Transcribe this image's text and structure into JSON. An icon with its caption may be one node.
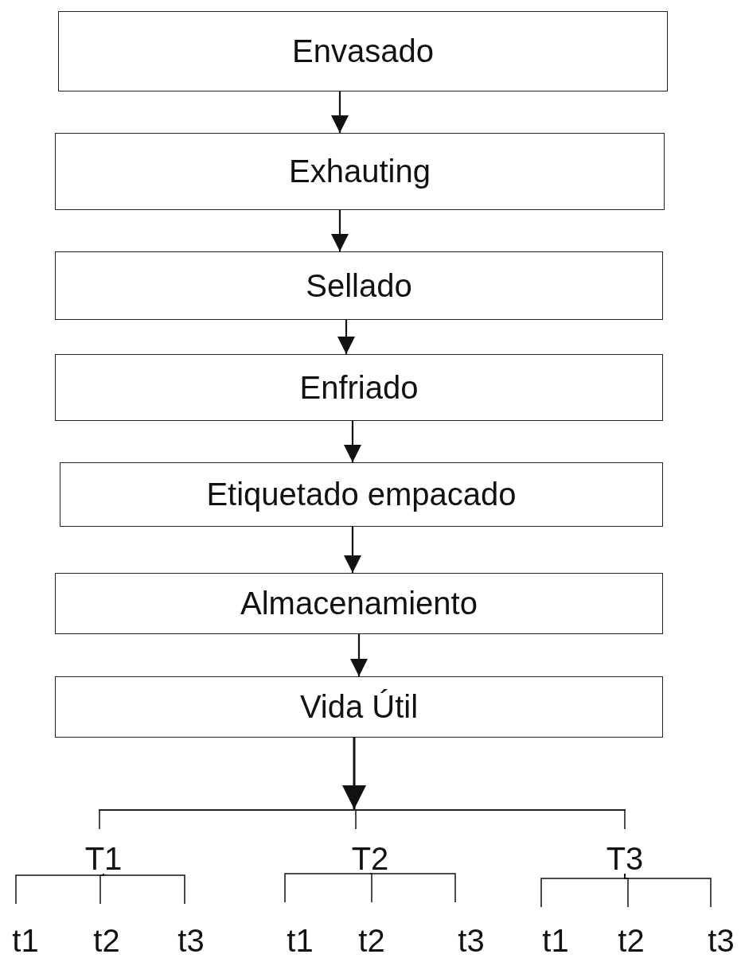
{
  "diagram": {
    "nodes": [
      {
        "text": [
          "Envasado"
        ]
      },
      {
        "text": [
          "Exhauting"
        ]
      },
      {
        "text": [
          "Sellado"
        ]
      },
      {
        "text": [
          "Enfriado"
        ]
      },
      {
        "text": [
          "Etiquetado empacado"
        ]
      },
      {
        "text": [
          "Almacenamiento"
        ]
      },
      {
        "text": [
          "Vida Útil"
        ]
      },
      {
        "text": [],
        "shape": "bar"
      },
      {
        "text": [
          "T1"
        ]
      },
      {
        "text": [
          "T2"
        ]
      },
      {
        "text": [
          "T3"
        ]
      },
      {
        "text": [
          "t1"
        ]
      },
      {
        "text": [
          "t2"
        ]
      },
      {
        "text": [
          "t3"
        ]
      },
      {
        "text": [
          "t1"
        ]
      },
      {
        "text": [
          "t2"
        ]
      },
      {
        "text": [
          "t3"
        ]
      },
      {
        "text": [
          "t1"
        ]
      },
      {
        "text": [
          "t2"
        ]
      },
      {
        "text": [
          "t3"
        ]
      }
    ],
    "edges": [
      {
        "from": 0,
        "to": 1,
        "arrow": "to"
      },
      {
        "from": 1,
        "to": 2,
        "arrow": "to"
      },
      {
        "from": 2,
        "to": 3,
        "arrow": "to"
      },
      {
        "from": 3,
        "to": 4,
        "arrow": "to"
      },
      {
        "from": 4,
        "to": 5,
        "arrow": "to"
      },
      {
        "from": 5,
        "to": 6,
        "arrow": "to"
      },
      {
        "from": 6,
        "to": 7,
        "arrow": "to"
      },
      {
        "from": 7,
        "to": 8,
        "arrow": "none"
      },
      {
        "from": 7,
        "to": 9,
        "arrow": "none"
      },
      {
        "from": 7,
        "to": 10,
        "arrow": "none"
      },
      {
        "from": 8,
        "to": 11,
        "arrow": "none"
      },
      {
        "from": 8,
        "to": 12,
        "arrow": "none"
      },
      {
        "from": 8,
        "to": 13,
        "arrow": "none"
      },
      {
        "from": 9,
        "to": 14,
        "arrow": "none"
      },
      {
        "from": 9,
        "to": 15,
        "arrow": "none"
      },
      {
        "from": 9,
        "to": 16,
        "arrow": "none"
      },
      {
        "from": 10,
        "to": 17,
        "arrow": "none"
      },
      {
        "from": 10,
        "to": 18,
        "arrow": "none"
      },
      {
        "from": 10,
        "to": 19,
        "arrow": "none"
      }
    ]
  }
}
